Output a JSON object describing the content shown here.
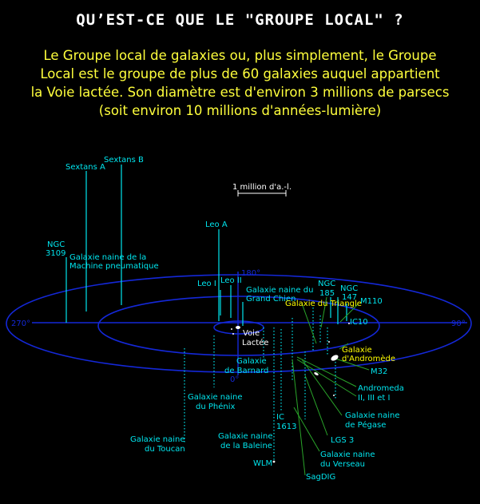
{
  "title": "QU’EST-CE QUE LE \"GROUPE LOCAL\" ?",
  "intro_lines": [
    "Le Groupe local de galaxies ou, plus simplement, le Groupe",
    "Local est le groupe de plus de 60 galaxies auquel appartient",
    "la Voie lactée. Son diamètre est d'environ 3 millions de parsecs",
    "(soit environ 10 millions d'années-lumière)"
  ],
  "colors": {
    "background": "#000000",
    "title": "#ffffff",
    "intro": "#ffff3c",
    "cyan": "#00e5ee",
    "yellow": "#ffff00",
    "blue_orbit": "#1428d8",
    "leader_green": "#2aa52a",
    "galaxy": "#ffffff"
  },
  "diagram": {
    "scale_label": "1 million d'a.-l.",
    "angle_labels": {
      "left": "270°",
      "right": "90°",
      "top": "180°",
      "bottom": "0°"
    },
    "galaxies": {
      "sextans_a": "Sextans A",
      "sextans_b": "Sextans B",
      "ngc3109_1": "NGC",
      "ngc3109_2": "3109",
      "antlia_1": "Galaxie naine de la",
      "antlia_2": "Machine pneumatique",
      "leo_a": "Leo A",
      "leo_i": "Leo I",
      "leo_ii": "Leo II",
      "canis_1": "Galaxie naine du",
      "canis_2": "Grand Chien",
      "ngc185_1": "NGC",
      "ngc185_2": "185",
      "ngc147_1": "NGC",
      "ngc147_2": "147",
      "triangulum": "Galaxie du Triangle",
      "m110": "M110",
      "ic10": "IC10",
      "milky_way_1": "Voie",
      "milky_way_2": "Lactée",
      "andromeda_1": "Galaxie",
      "andromeda_2": "d'Andromède",
      "m32": "M32",
      "andromeda_sats_1": "Andromeda",
      "andromeda_sats_2": "II, III et I",
      "barnard_1": "Galaxie",
      "barnard_2": "de Barnard",
      "phoenix_1": "Galaxie naine",
      "phoenix_2": "du Phénix",
      "pegasus_1": "Galaxie naine",
      "pegasus_2": "de Pégase",
      "ic1613_1": "IC",
      "ic1613_2": "1613",
      "tucana_1": "Galaxie naine",
      "tucana_2": "du Toucan",
      "cetus_1": "Galaxie naine",
      "cetus_2": "de la Baleine",
      "lgs3": "LGS 3",
      "aquarius_1": "Galaxie naine",
      "aquarius_2": "du Verseau",
      "wlm": "WLM",
      "sagdig": "SagDIG"
    }
  }
}
